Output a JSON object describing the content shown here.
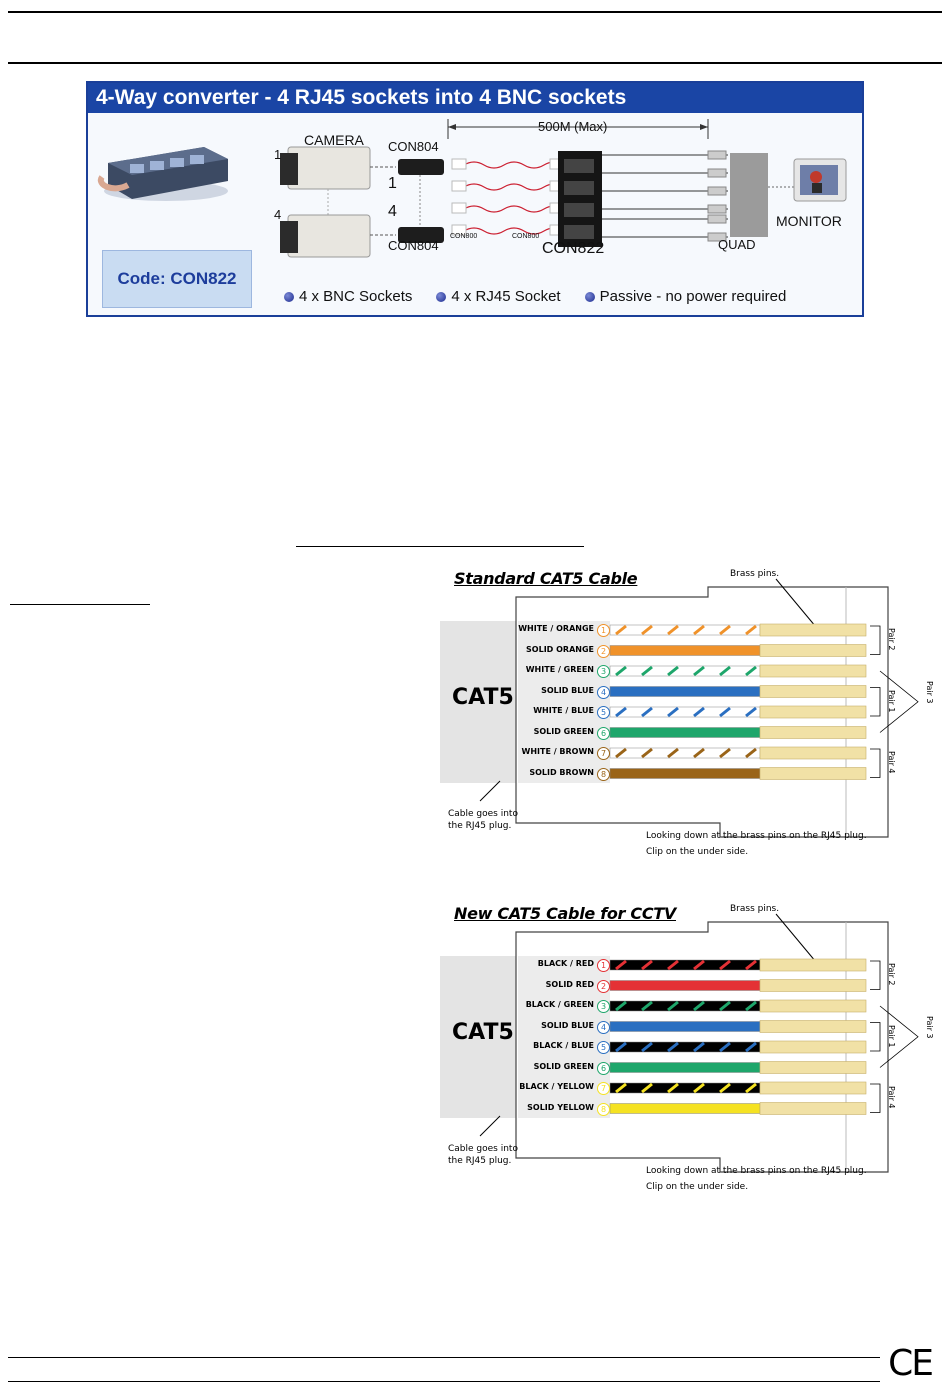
{
  "banner": {
    "title": "4-Way converter - 4 RJ45 sockets into 4 BNC sockets",
    "distance": "500M (Max)",
    "camera_label": "CAMERA",
    "cam_num_top": "1",
    "cam_num_bottom": "4",
    "con804_top": "CON804",
    "con804_bottom": "CON804",
    "con804_num_top": "1",
    "con804_num_bottom": "4",
    "con822_label": "CON822",
    "quad_label": "QUAD",
    "monitor_label": "MONITOR",
    "small_label_left": "CON800",
    "small_label_right": "CON800",
    "code": "Code: CON822",
    "bullets": [
      "4 x BNC Sockets",
      "4 x RJ45 Socket",
      "Passive - no power required"
    ]
  },
  "diagrams": [
    {
      "title": "Standard CAT5 Cable",
      "brass": "Brass pins.",
      "cat5": "CAT5",
      "cable_note_1": "Cable goes into",
      "cable_note_2": "the RJ45 plug.",
      "looking_1": "Looking down at the brass pins on the RJ45 plug.",
      "looking_2": "Clip on the under side.",
      "pairs": [
        "Pair 2",
        "Pair 1",
        "Pair 3",
        "Pair 4"
      ],
      "wires": [
        {
          "label": "WHITE / ORANGE",
          "num": "1",
          "color": "#f0922a",
          "striped": true
        },
        {
          "label": "SOLID ORANGE",
          "num": "2",
          "color": "#f0922a",
          "striped": false
        },
        {
          "label": "WHITE / GREEN",
          "num": "3",
          "color": "#1ea66b",
          "striped": true
        },
        {
          "label": "SOLID BLUE",
          "num": "4",
          "color": "#2a6fc1",
          "striped": false
        },
        {
          "label": "WHITE / BLUE",
          "num": "5",
          "color": "#2a6fc1",
          "striped": true
        },
        {
          "label": "SOLID GREEN",
          "num": "6",
          "color": "#1ea66b",
          "striped": false
        },
        {
          "label": "WHITE / BROWN",
          "num": "7",
          "color": "#9a6418",
          "striped": true
        },
        {
          "label": "SOLID BROWN",
          "num": "8",
          "color": "#9a6418",
          "striped": false
        }
      ]
    },
    {
      "title": "New CAT5 Cable for CCTV",
      "brass": "Brass pins.",
      "cat5": "CAT5",
      "cable_note_1": "Cable goes into",
      "cable_note_2": "the RJ45 plug.",
      "looking_1": "Looking down at the brass pins on the RJ45 plug.",
      "looking_2": "Clip on the under side.",
      "pairs": [
        "Pair 2",
        "Pair 1",
        "Pair 3",
        "Pair 4"
      ],
      "wires": [
        {
          "label": "BLACK / RED",
          "num": "1",
          "color": "#e43135",
          "striped": true
        },
        {
          "label": "SOLID RED",
          "num": "2",
          "color": "#e43135",
          "striped": false
        },
        {
          "label": "BLACK / GREEN",
          "num": "3",
          "color": "#1ea66b",
          "striped": true
        },
        {
          "label": "SOLID BLUE",
          "num": "4",
          "color": "#2a6fc1",
          "striped": false
        },
        {
          "label": "BLACK / BLUE",
          "num": "5",
          "color": "#2a6fc1",
          "striped": true
        },
        {
          "label": "SOLID GREEN",
          "num": "6",
          "color": "#1ea66b",
          "striped": false
        },
        {
          "label": "BLACK / YELLOW",
          "num": "7",
          "color": "#f5e222",
          "striped": true
        },
        {
          "label": "SOLID YELLOW",
          "num": "8",
          "color": "#f5e222",
          "striped": false
        }
      ]
    }
  ],
  "footer": {
    "mark": "CE"
  }
}
